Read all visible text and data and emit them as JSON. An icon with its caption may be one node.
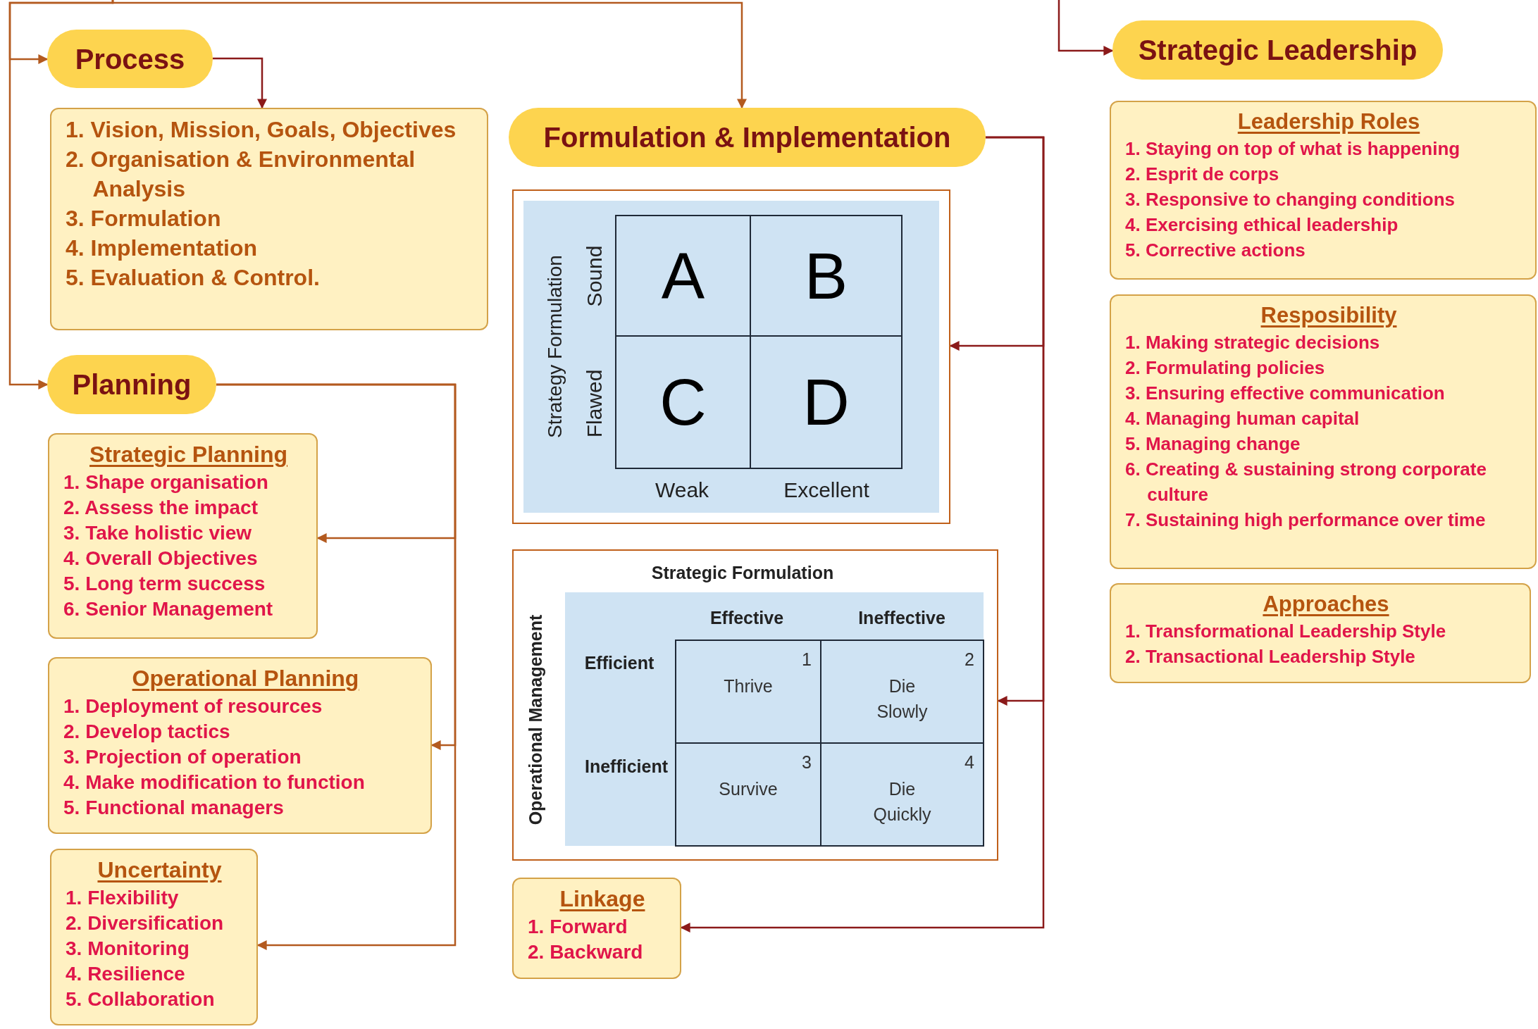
{
  "diagram": {
    "nodes": [
      {
        "text": [
          "Process"
        ]
      },
      {
        "text": [
          "1. Vision, Mission, Goals, Objectives",
          "2. Organisation & Environmental Analysis",
          "3. Formulation",
          "4. Implementation",
          "5. Evaluation & Control."
        ]
      },
      {
        "text": [
          "Planning"
        ]
      },
      {
        "text": [
          "Strategic Planning",
          "1. Shape organisation",
          "2. Assess the impact",
          "3. Take holistic view",
          "4. Overall Objectives",
          "5. Long term success",
          "6. Senior Management"
        ]
      },
      {
        "text": [
          "Operational Planning",
          "1. Deployment of resources",
          "2. Develop tactics",
          "3. Projection of operation",
          "4. Make modification to function",
          "5. Functional managers"
        ]
      },
      {
        "text": [
          "Uncertainty",
          "1. Flexibility",
          "2. Diversification",
          "3. Monitoring",
          "4. Resilience",
          "5. Collaboration"
        ]
      },
      {
        "text": [
          "Formulation & Implementation"
        ]
      },
      {
        "text": [
          "Strategy Formulation",
          "Sound",
          "Flawed",
          "Weak",
          "Excellent"
        ]
      },
      {
        "text": [
          "A"
        ],
        "in": 7
      },
      {
        "text": [
          "B"
        ],
        "in": 7
      },
      {
        "text": [
          "C"
        ],
        "in": 7
      },
      {
        "text": [
          "D"
        ],
        "in": 7
      },
      {
        "text": [
          "Strategic Formulation",
          "Operational Management",
          "Effective",
          "Ineffective",
          "Efficient",
          "Inefficient"
        ]
      },
      {
        "text": [
          "1",
          "Thrive"
        ],
        "in": 12
      },
      {
        "text": [
          "2",
          "Die Slowly"
        ],
        "in": 12
      },
      {
        "text": [
          "3",
          "Survive"
        ],
        "in": 12
      },
      {
        "text": [
          "4",
          "Die Quickly"
        ],
        "in": 12
      },
      {
        "text": [
          "Linkage",
          "1. Forward",
          "2. Backward"
        ]
      },
      {
        "text": [
          "Strategic Leadership"
        ]
      },
      {
        "text": [
          "Leadership Roles",
          "1. Staying on top of what is happening",
          "2. Esprit de corps",
          "3. Responsive to changing conditions",
          "4. Exercising ethical leadership",
          "5. Corrective actions"
        ]
      },
      {
        "text": [
          "Resposibility",
          "1. Making strategic decisions",
          "2. Formulating policies",
          "3. Ensuring effective communication",
          "4. Managing human capital",
          "5. Managing change",
          "6. Creating & sustaining strong corporate culture",
          "7. Sustaining high performance over time"
        ]
      },
      {
        "text": [
          "Approaches",
          "1. Transformational Leadership Style",
          "2. Transactional Leadership Style"
        ]
      }
    ],
    "edges": [
      {
        "from": null,
        "to": 0,
        "arrow": "to"
      },
      {
        "from": null,
        "to": 2,
        "arrow": "to"
      },
      {
        "from": null,
        "to": 6,
        "arrow": "to"
      },
      {
        "from": 0,
        "to": 1,
        "arrow": "to",
        "color": "#8b1a1a"
      },
      {
        "from": 2,
        "to": 3,
        "arrow": "to"
      },
      {
        "from": 2,
        "to": 4,
        "arrow": "to"
      },
      {
        "from": 2,
        "to": 5,
        "arrow": "to"
      },
      {
        "from": 6,
        "to": 7,
        "arrow": "to",
        "color": "#8b1a1a"
      },
      {
        "from": 6,
        "to": 12,
        "arrow": "to",
        "color": "#8b1a1a"
      },
      {
        "from": 6,
        "to": 17,
        "arrow": "to",
        "color": "#8b1a1a"
      },
      {
        "from": null,
        "to": 18,
        "arrow": "to",
        "color": "#8b1a1a"
      }
    ]
  }
}
